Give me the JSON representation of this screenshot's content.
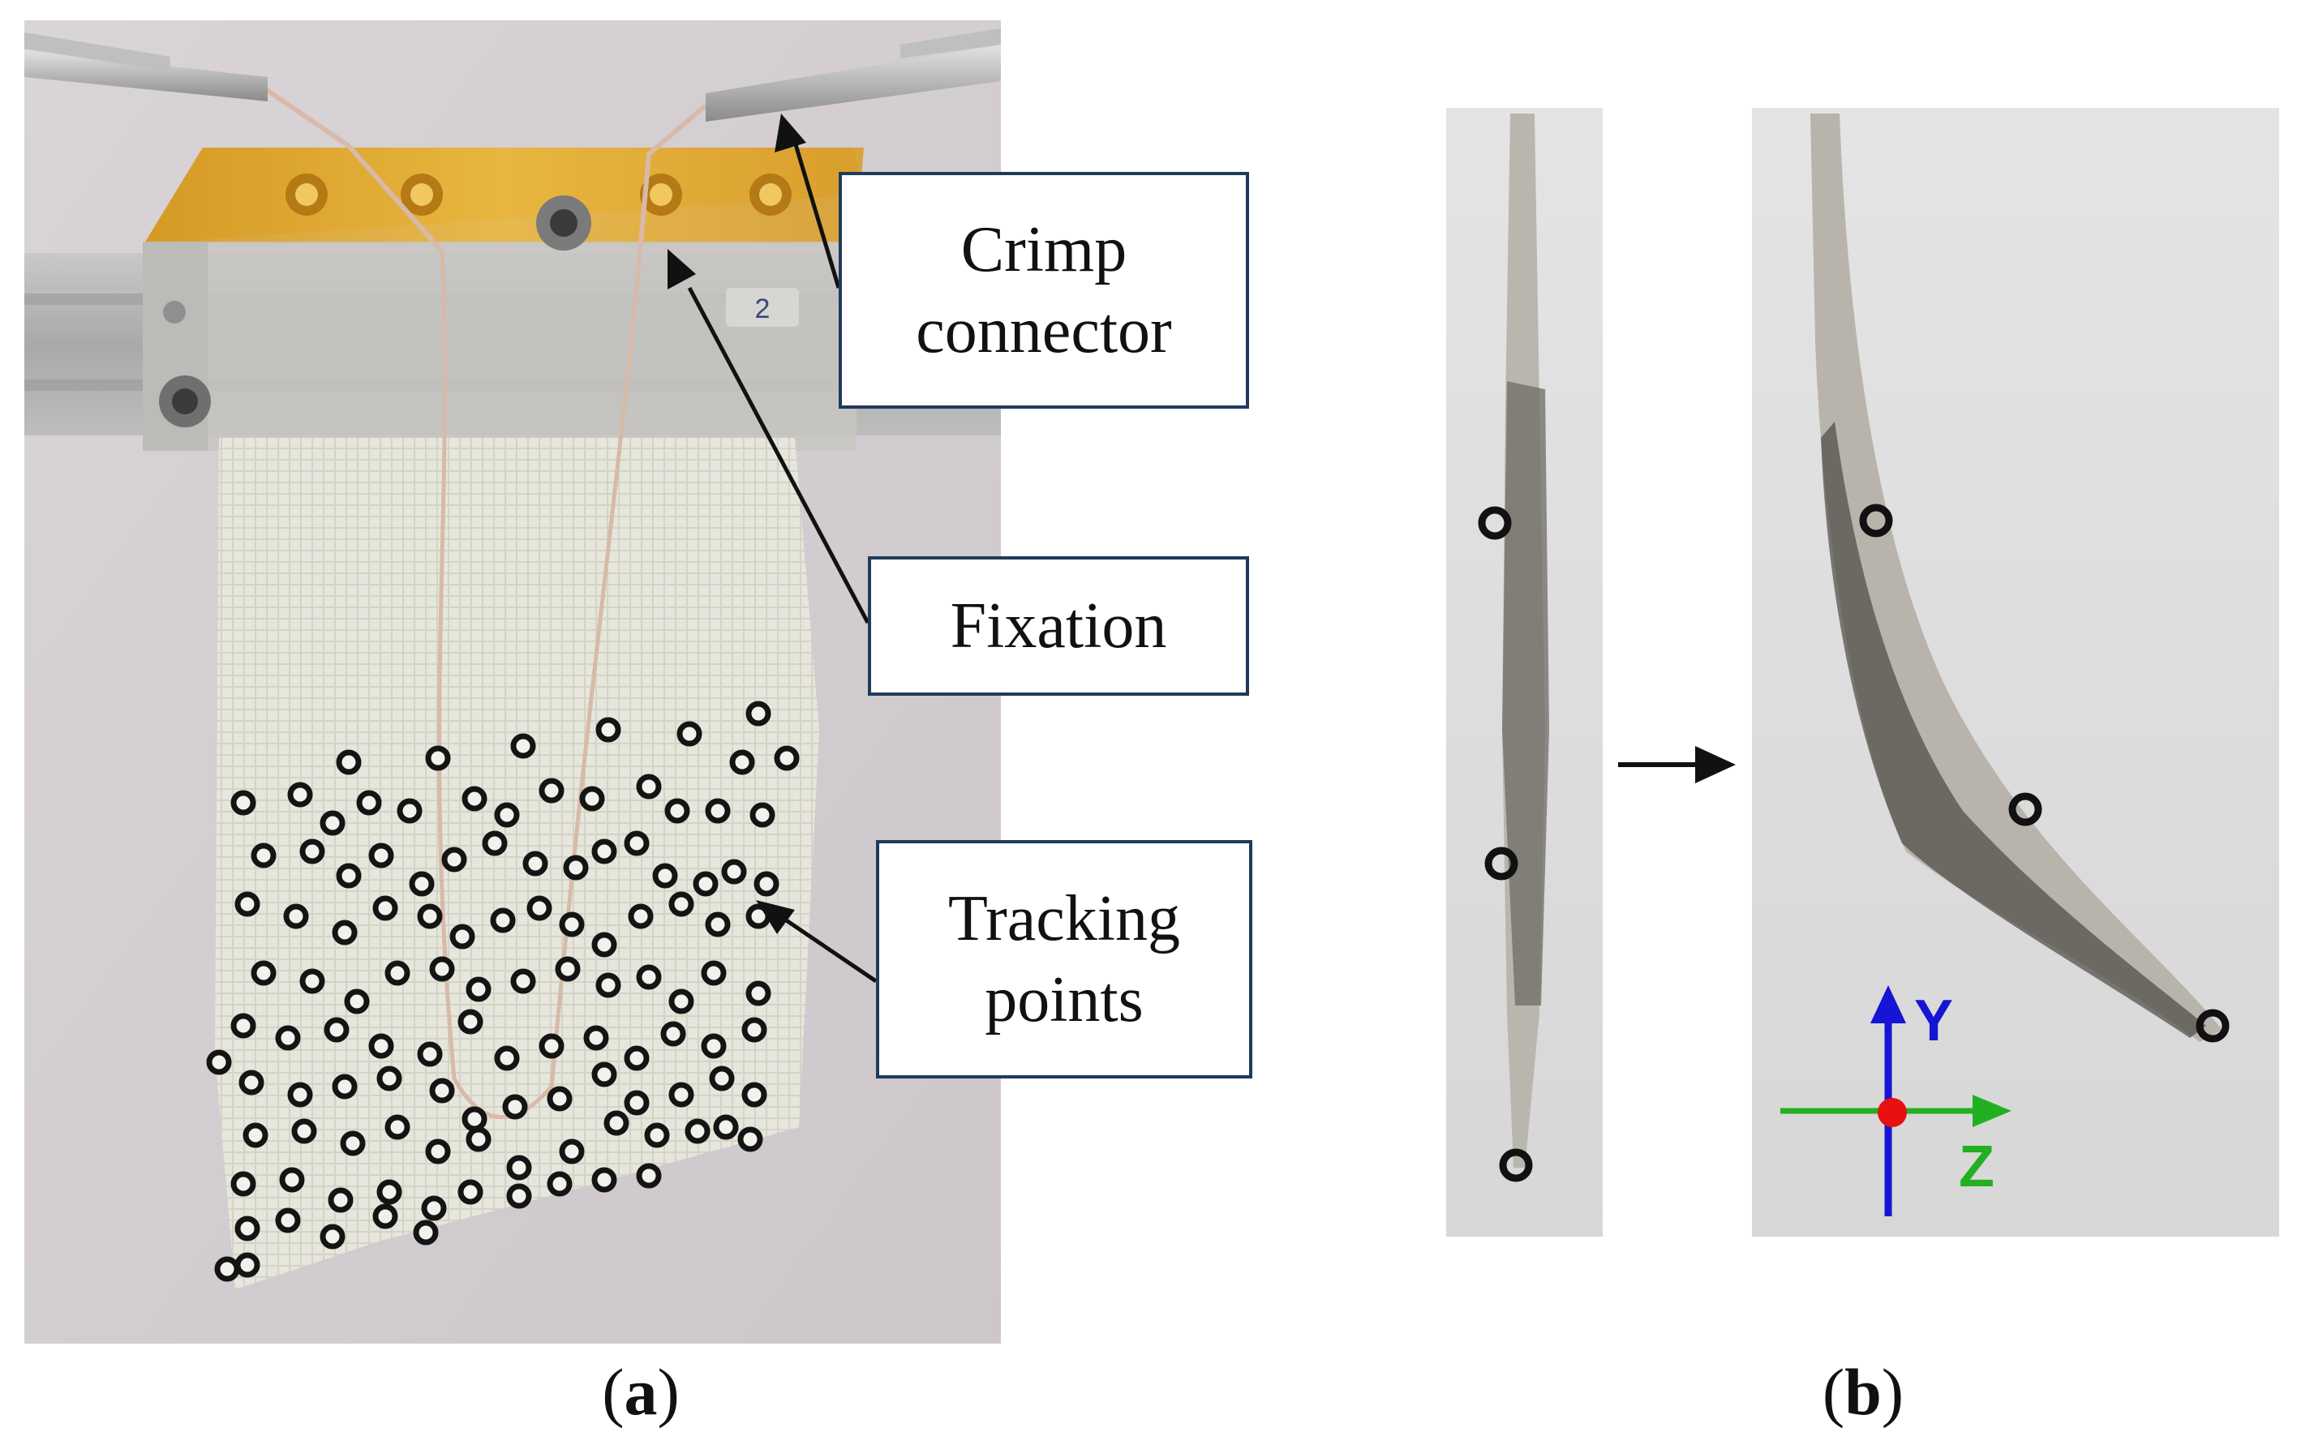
{
  "panel_a": {
    "callouts": {
      "crimp_connector": [
        "Crimp",
        "connector"
      ],
      "fixation": [
        "Fixation"
      ],
      "tracking_points": [
        "Tracking",
        "points"
      ]
    },
    "specimen_label": "2",
    "caption_letter": "a"
  },
  "panel_b": {
    "caption_letter": "b",
    "axes": {
      "y_label": "Y",
      "z_label": "Z"
    },
    "colors": {
      "y_axis": "#1515d6",
      "z_axis": "#22b022",
      "origin": "#e81010"
    }
  }
}
